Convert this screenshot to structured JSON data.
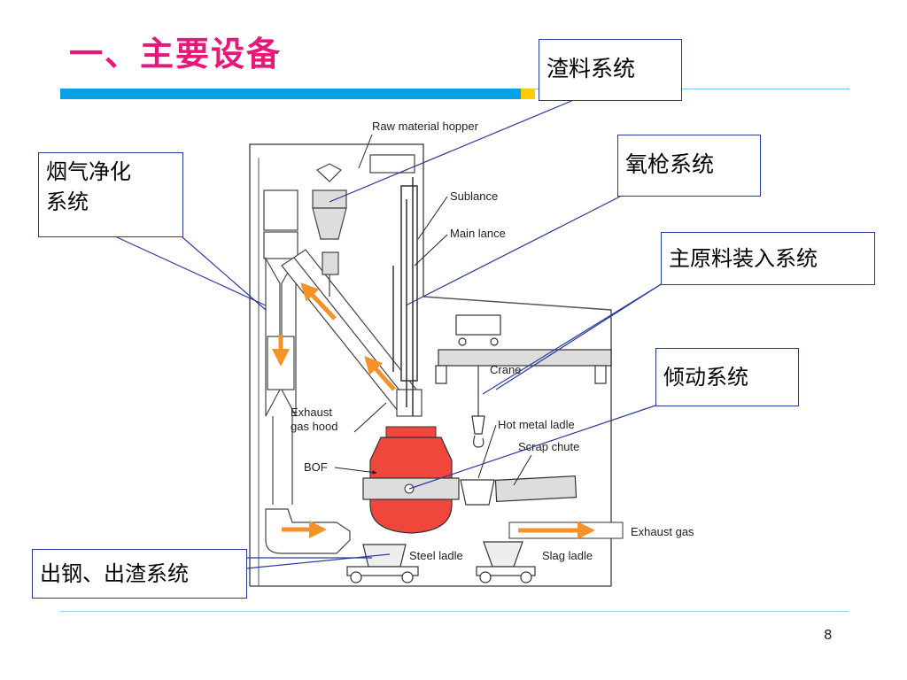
{
  "slide": {
    "title": "一、主要设备",
    "page_number": "8"
  },
  "callouts": {
    "slag_system": "渣料系统",
    "flue_gas_line1": "烟气净化",
    "flue_gas_line2": "系统",
    "oxygen_lance_system": "氧枪系统",
    "main_material_charging": "主原料装入系统",
    "tilting_system": "倾动系统",
    "tapping_slag_system": "出钢、出渣系统"
  },
  "equipment_labels": {
    "raw_material_hopper": "Raw material hopper",
    "sublance": "Sublance",
    "main_lance": "Main lance",
    "crane": "Crane",
    "exhaust_gas_hood_line1": "Exhaust",
    "exhaust_gas_hood_line2": "gas hood",
    "hot_metal_ladle": "Hot metal ladle",
    "scrap_chute": "Scrap chute",
    "bof": "BOF",
    "steel_ladle": "Steel ladle",
    "slag_ladle": "Slag ladle",
    "exhaust_gas": "Exhaust gas"
  },
  "colors": {
    "title": "#e8177a",
    "accent_bar": "#0aa0e8",
    "accent_square": "#ffcc00",
    "callout_border": "#2a3a9a",
    "flow_arrow": "#f5922a",
    "converter": "#f0463c"
  }
}
